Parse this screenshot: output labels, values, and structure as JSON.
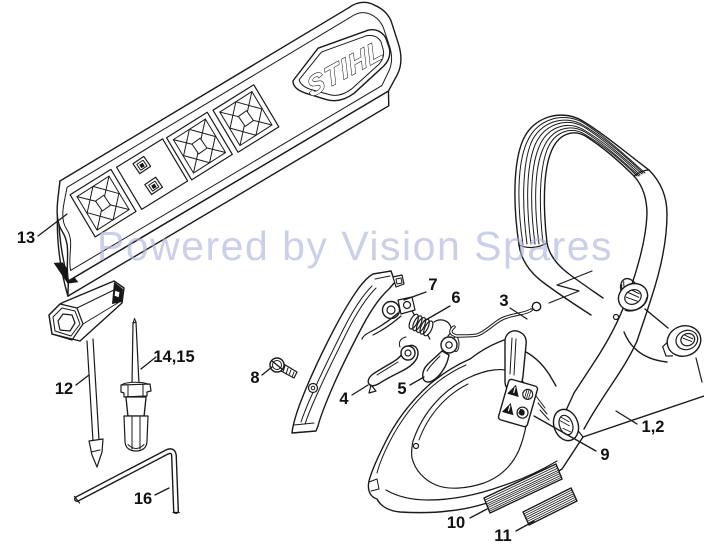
{
  "diagram": {
    "watermark_text": "Powered by Vision Spares",
    "watermark_color": "#a9b2dd",
    "logo_text": "STIHL",
    "line_color": "#1a1a1a"
  },
  "labels": {
    "handle_frame": "1,2",
    "throttle_rod": "3",
    "throttle_trigger": "4",
    "interlock_lever": "5",
    "spring": "6",
    "lever": "7",
    "screw": "8",
    "warning_label": "9",
    "info_label_10": "10",
    "info_label_11": "11",
    "wrench": "12",
    "sprocket_cover": "13",
    "screwdriver": "14,15",
    "hex_key": "16"
  }
}
